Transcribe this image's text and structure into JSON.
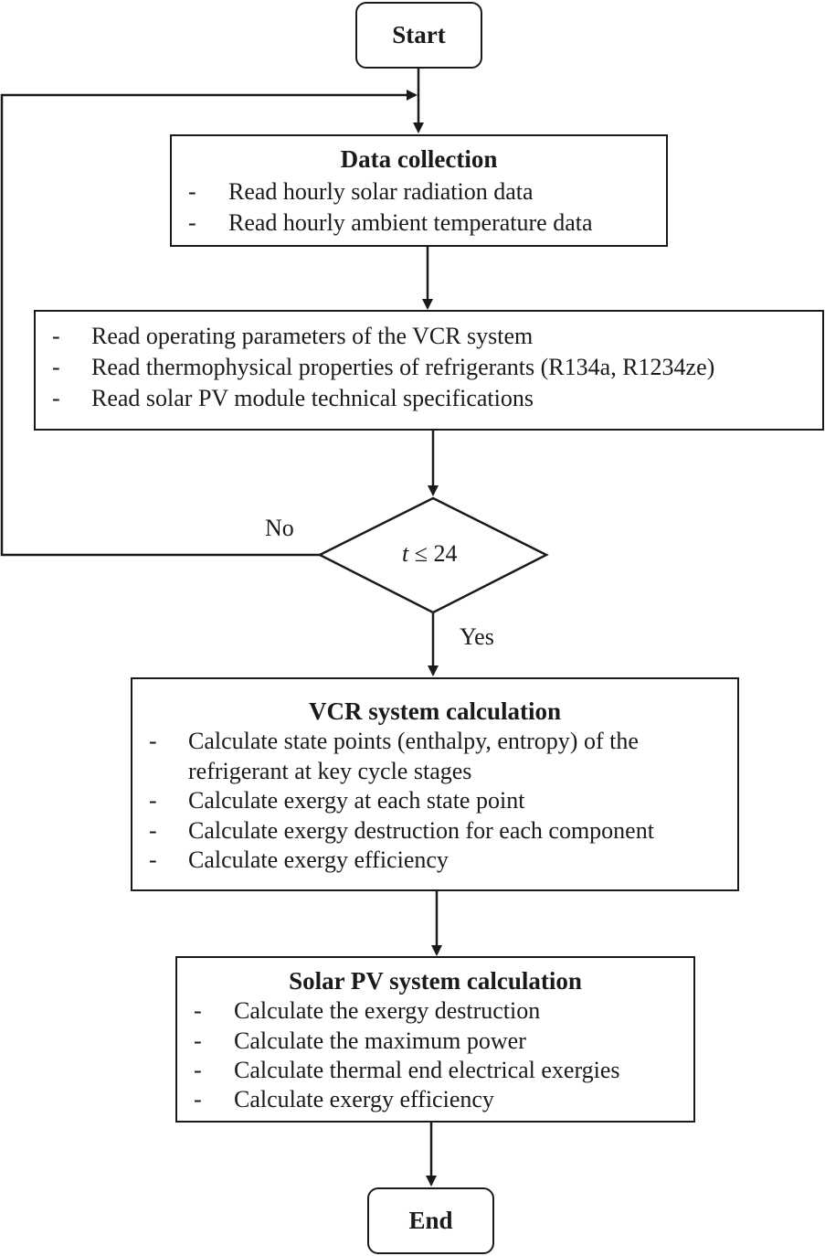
{
  "start": "Start",
  "end": "End",
  "data_collection": {
    "title": "Data collection",
    "items": [
      "Read hourly solar radiation data",
      "Read hourly ambient temperature data"
    ]
  },
  "inputs": {
    "items": [
      "Read operating parameters of the VCR system",
      "Read thermophysical properties of refrigerants (R134a, R1234ze)",
      "Read solar PV module technical specifications"
    ]
  },
  "decision": {
    "var": "t",
    "rest": " ≤ 24",
    "no": "No",
    "yes": "Yes"
  },
  "vcr": {
    "title": "VCR system calculation",
    "items": [
      "Calculate state points (enthalpy, entropy) of the",
      "refrigerant at key cycle stages",
      "Calculate exergy at each state point",
      "Calculate exergy destruction for each component",
      "Calculate exergy efficiency"
    ]
  },
  "pv": {
    "title": "Solar PV system calculation",
    "items": [
      "Calculate the exergy destruction",
      "Calculate the maximum power",
      "Calculate thermal end electrical exergies",
      "Calculate exergy efficiency"
    ]
  },
  "bullet": "-"
}
